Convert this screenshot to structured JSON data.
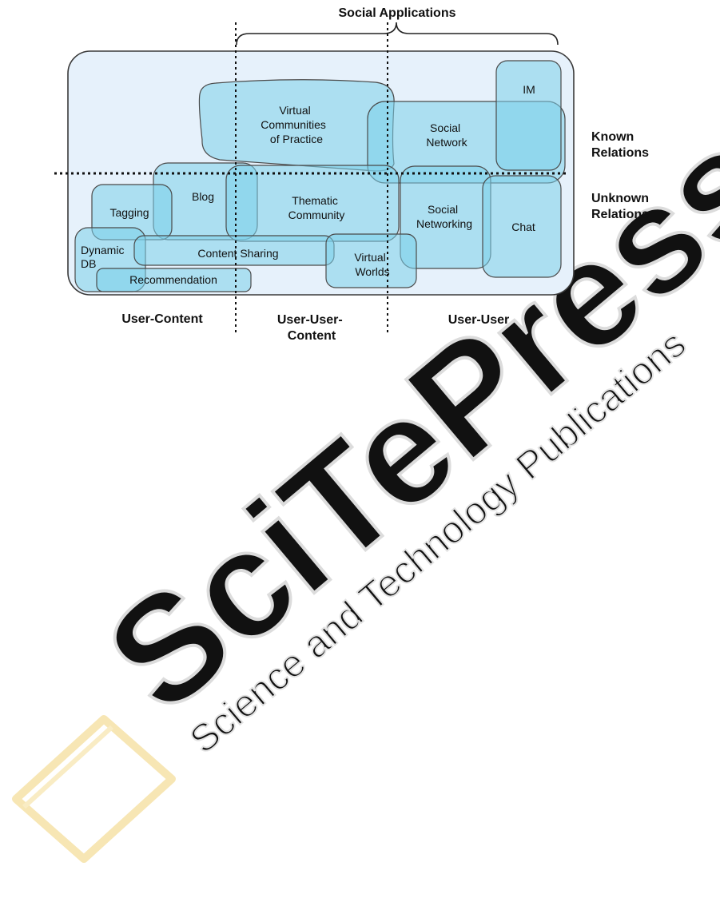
{
  "diagram": {
    "title": "Social Applications",
    "row_labels": [
      {
        "line1": "Known",
        "line2": "Relations"
      },
      {
        "line1": "Unknown",
        "line2": "Relations"
      }
    ],
    "column_labels": [
      {
        "line1": "User-Content",
        "line2": ""
      },
      {
        "line1": "User-User-",
        "line2": "Content"
      },
      {
        "line1": "User-User",
        "line2": ""
      }
    ],
    "nodes": [
      {
        "id": "vcop",
        "lines": [
          "Virtual",
          "Communities",
          "of Practice"
        ]
      },
      {
        "id": "social-network",
        "lines": [
          "Social",
          "Network"
        ]
      },
      {
        "id": "im",
        "lines": [
          "IM"
        ]
      },
      {
        "id": "blog",
        "lines": [
          "Blog"
        ]
      },
      {
        "id": "tagging",
        "lines": [
          "Tagging"
        ]
      },
      {
        "id": "thematic-community",
        "lines": [
          "Thematic",
          "Community"
        ]
      },
      {
        "id": "social-networking",
        "lines": [
          "Social",
          "Networking"
        ]
      },
      {
        "id": "chat",
        "lines": [
          "Chat"
        ]
      },
      {
        "id": "dynamic-db",
        "lines": [
          "Dynamic",
          "DB"
        ]
      },
      {
        "id": "content-sharing",
        "lines": [
          "Content Sharing"
        ]
      },
      {
        "id": "virtual-worlds",
        "lines": [
          "Virtual",
          "Worlds"
        ]
      },
      {
        "id": "recommendation",
        "lines": [
          "Recommendation"
        ]
      }
    ],
    "colors": {
      "container_fill": "#e6f1fb",
      "container_stroke": "#3a3a3a",
      "node_fill": "#7ccfea",
      "node_stroke": "#4a4a4a",
      "overlap_fill": "#5cc2e6"
    }
  },
  "watermark": {
    "brand": "SciTePress",
    "tagline": "Science and Technology Publications"
  }
}
